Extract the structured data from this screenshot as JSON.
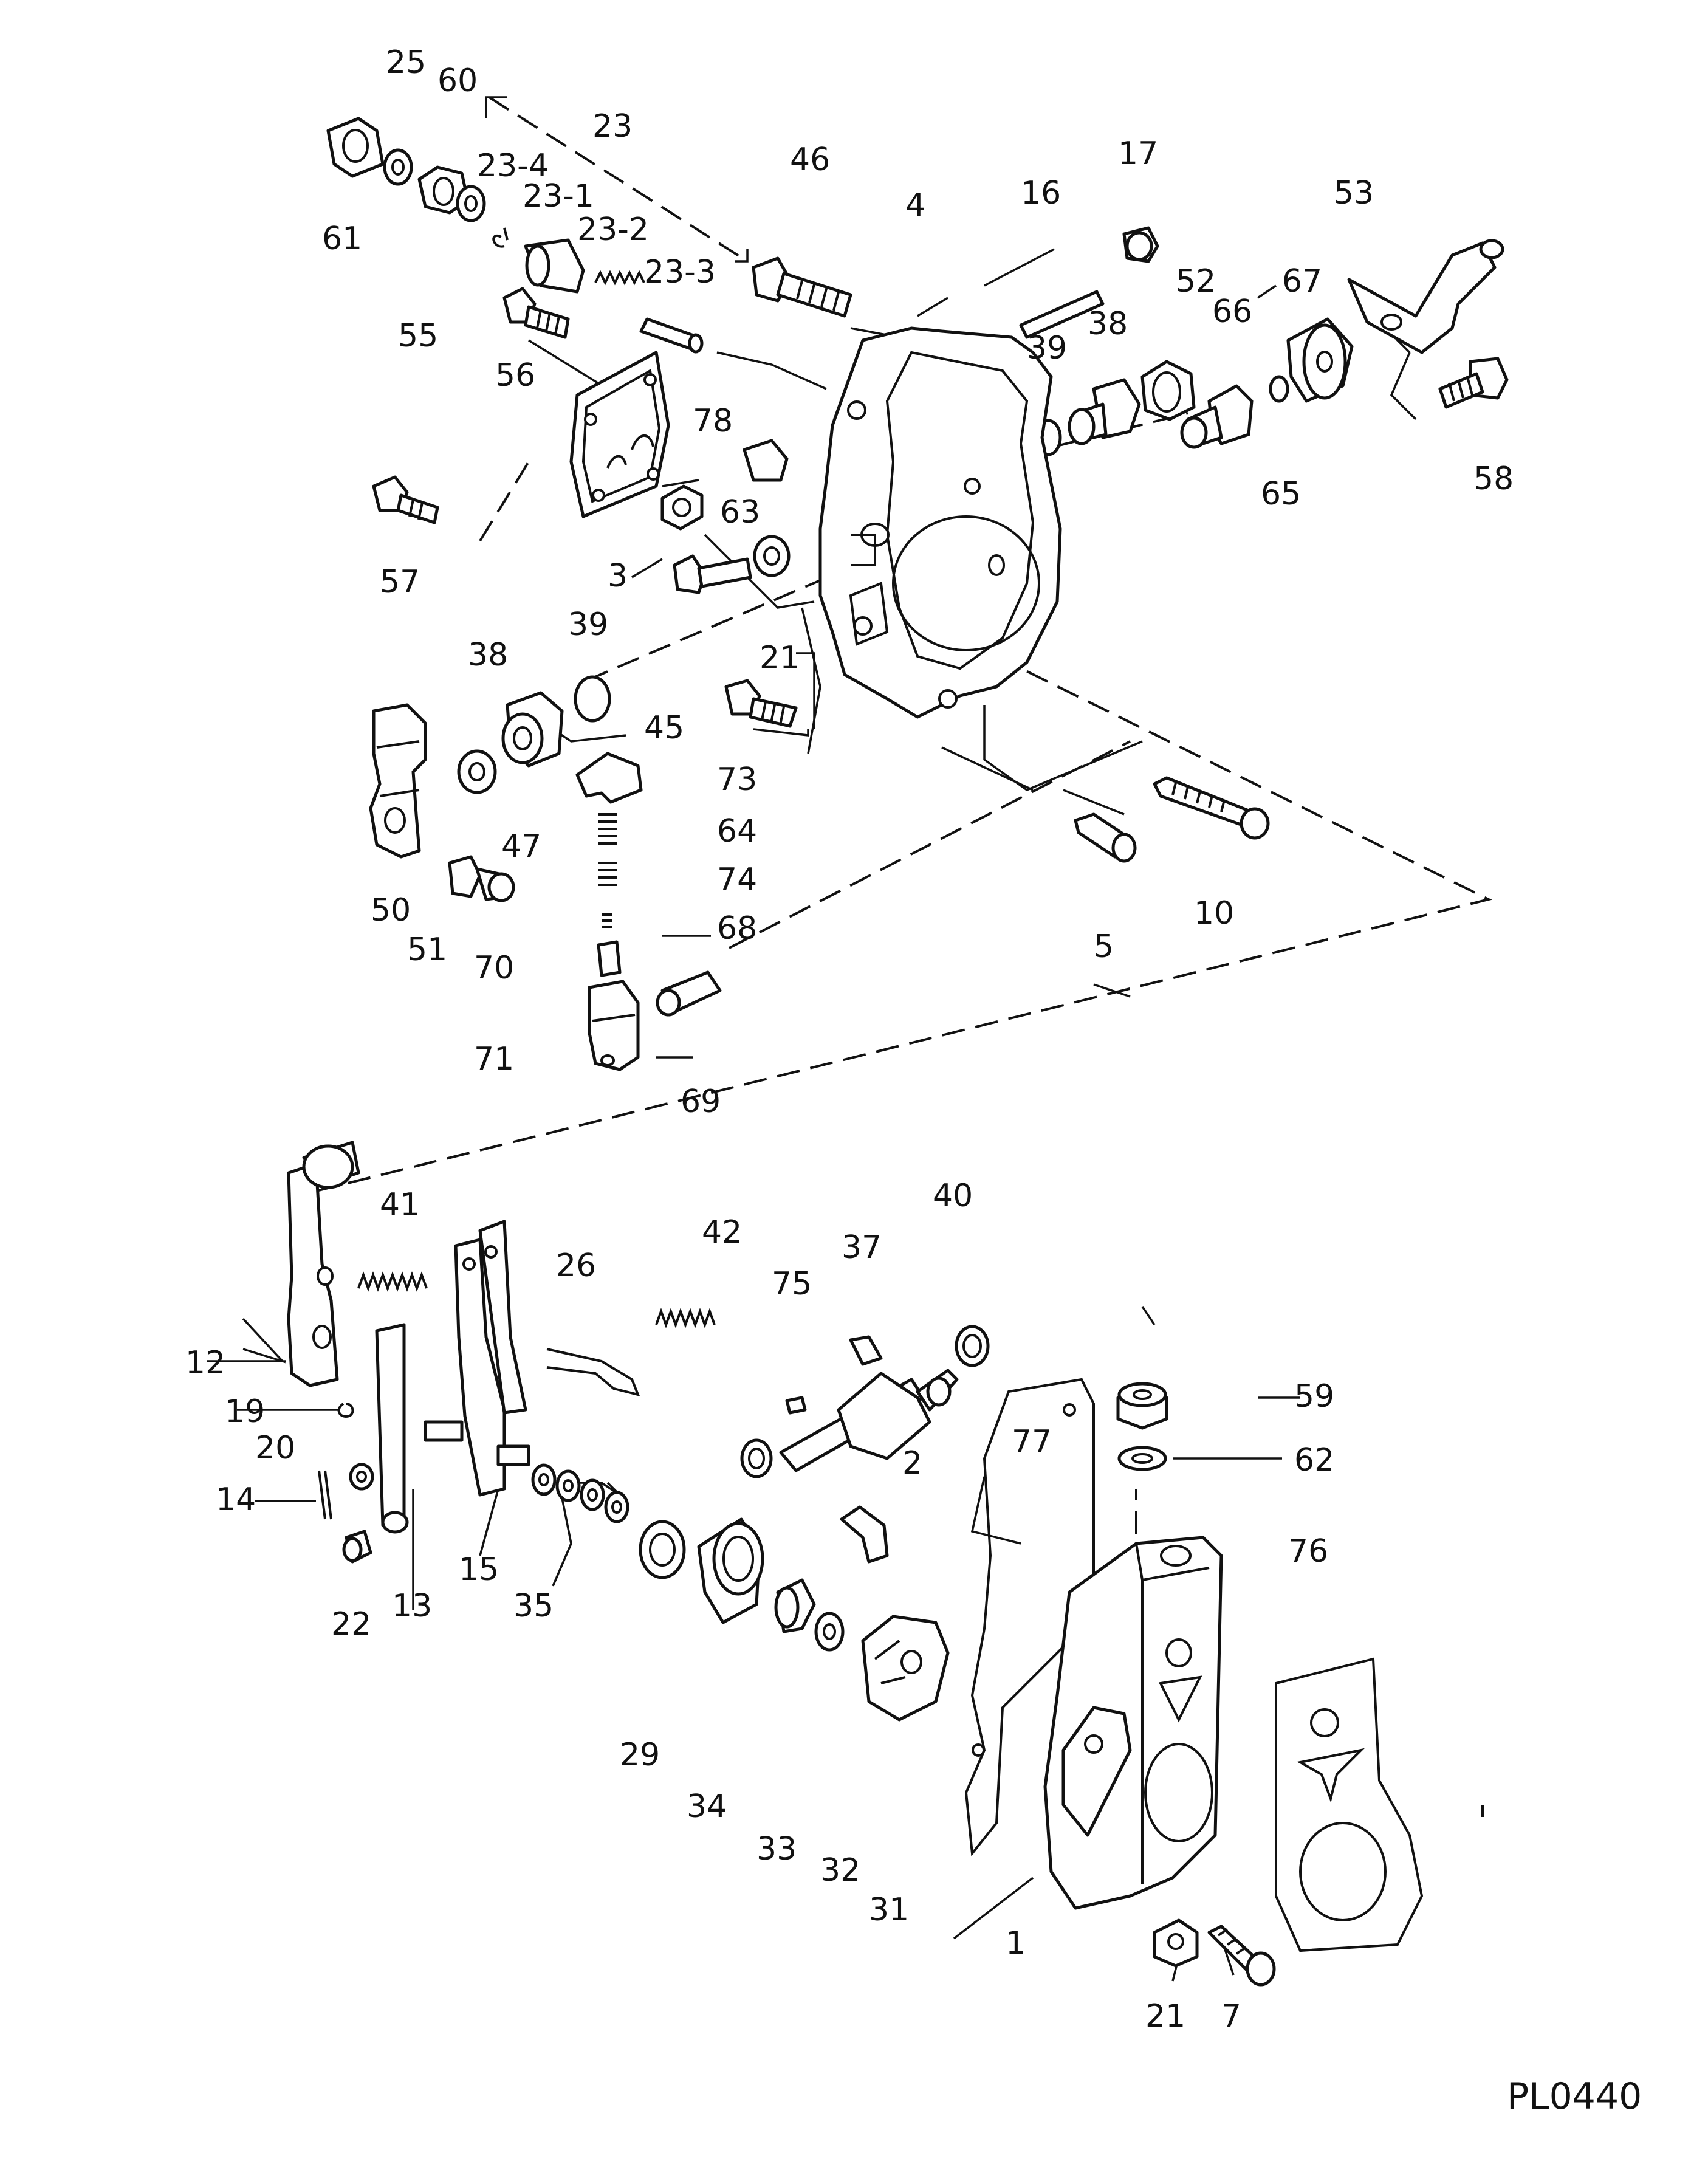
{
  "drawing_code": "PL0440",
  "callouts": [
    {
      "id": "c-61",
      "label": "61"
    },
    {
      "id": "c-25",
      "label": "25"
    },
    {
      "id": "c-60",
      "label": "60"
    },
    {
      "id": "c-23",
      "label": "23"
    },
    {
      "id": "c-23-4",
      "label": "23-4"
    },
    {
      "id": "c-23-1",
      "label": "23-1"
    },
    {
      "id": "c-23-2",
      "label": "23-2"
    },
    {
      "id": "c-23-3",
      "label": "23-3"
    },
    {
      "id": "c-46",
      "label": "46"
    },
    {
      "id": "c-4",
      "label": "4"
    },
    {
      "id": "c-16",
      "label": "16"
    },
    {
      "id": "c-17",
      "label": "17"
    },
    {
      "id": "c-53",
      "label": "53"
    },
    {
      "id": "c-52",
      "label": "52"
    },
    {
      "id": "c-67",
      "label": "67"
    },
    {
      "id": "c-38a",
      "label": "38"
    },
    {
      "id": "c-39a",
      "label": "39"
    },
    {
      "id": "c-66",
      "label": "66"
    },
    {
      "id": "c-65",
      "label": "65"
    },
    {
      "id": "c-58",
      "label": "58"
    },
    {
      "id": "c-55",
      "label": "55"
    },
    {
      "id": "c-56",
      "label": "56"
    },
    {
      "id": "c-78",
      "label": "78"
    },
    {
      "id": "c-63",
      "label": "63"
    },
    {
      "id": "c-57",
      "label": "57"
    },
    {
      "id": "c-3",
      "label": "3"
    },
    {
      "id": "c-21a",
      "label": "21"
    },
    {
      "id": "c-39b",
      "label": "39"
    },
    {
      "id": "c-38b",
      "label": "38"
    },
    {
      "id": "c-45",
      "label": "45"
    },
    {
      "id": "c-73",
      "label": "73"
    },
    {
      "id": "c-47",
      "label": "47"
    },
    {
      "id": "c-64",
      "label": "64"
    },
    {
      "id": "c-74",
      "label": "74"
    },
    {
      "id": "c-50",
      "label": "50"
    },
    {
      "id": "c-68",
      "label": "68"
    },
    {
      "id": "c-51",
      "label": "51"
    },
    {
      "id": "c-70",
      "label": "70"
    },
    {
      "id": "c-5",
      "label": "5"
    },
    {
      "id": "c-10",
      "label": "10"
    },
    {
      "id": "c-71",
      "label": "71"
    },
    {
      "id": "c-69",
      "label": "69"
    },
    {
      "id": "c-41",
      "label": "41"
    },
    {
      "id": "c-42",
      "label": "42"
    },
    {
      "id": "c-40",
      "label": "40"
    },
    {
      "id": "c-37",
      "label": "37"
    },
    {
      "id": "c-26",
      "label": "26"
    },
    {
      "id": "c-75",
      "label": "75"
    },
    {
      "id": "c-12",
      "label": "12"
    },
    {
      "id": "c-59",
      "label": "59"
    },
    {
      "id": "c-19",
      "label": "19"
    },
    {
      "id": "c-77",
      "label": "77"
    },
    {
      "id": "c-62",
      "label": "62"
    },
    {
      "id": "c-20",
      "label": "20"
    },
    {
      "id": "c-2",
      "label": "2"
    },
    {
      "id": "c-14",
      "label": "14"
    },
    {
      "id": "c-76",
      "label": "76"
    },
    {
      "id": "c-22",
      "label": "22"
    },
    {
      "id": "c-13",
      "label": "13"
    },
    {
      "id": "c-15",
      "label": "15"
    },
    {
      "id": "c-35",
      "label": "35"
    },
    {
      "id": "c-29",
      "label": "29"
    },
    {
      "id": "c-34",
      "label": "34"
    },
    {
      "id": "c-33",
      "label": "33"
    },
    {
      "id": "c-32",
      "label": "32"
    },
    {
      "id": "c-31",
      "label": "31"
    },
    {
      "id": "c-1",
      "label": "1"
    },
    {
      "id": "c-21b",
      "label": "21"
    },
    {
      "id": "c-7",
      "label": "7"
    }
  ]
}
